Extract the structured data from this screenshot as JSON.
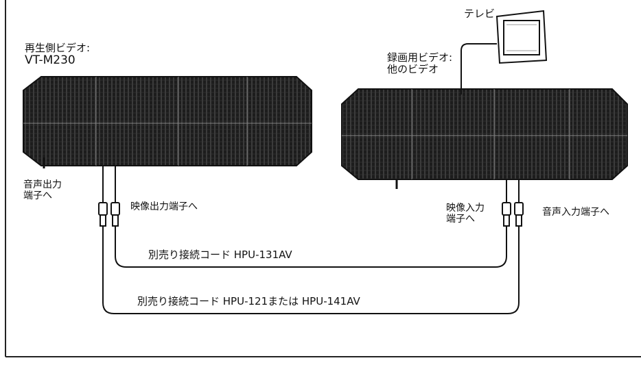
{
  "labels": {
    "source_vcr_line1": "再生側ビデオ:",
    "source_vcr_line2": "VT-M230",
    "tv": "テレビ",
    "recorder_vcr_line1": "録画用ビデオ:",
    "recorder_vcr_line2": "他のビデオ",
    "audio_out_line1": "音声出力",
    "audio_out_line2": "端子へ",
    "video_out": "映像出力端子へ",
    "video_in_line1": "映像入力",
    "video_in_line2": "端子へ",
    "audio_in": "音声入力端子へ",
    "cable_video": "別売り接続コード HPU-131AV",
    "cable_audio": "別売り接続コード HPU-121または HPU-141AV"
  },
  "colors": {
    "ink": "#111111",
    "vcr_body": "#1c1c1c",
    "paper": "#ffffff"
  }
}
